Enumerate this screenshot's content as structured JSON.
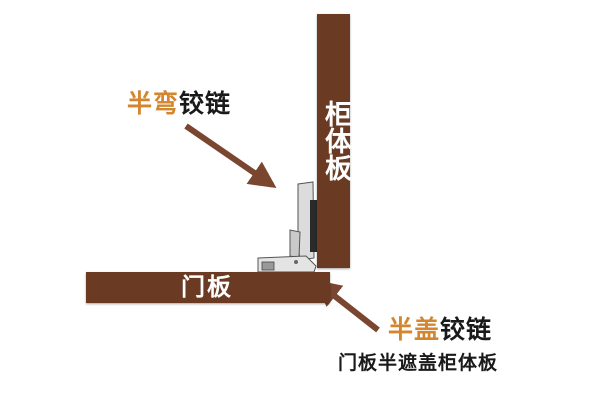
{
  "cabinet_board": {
    "label": "柜体板",
    "color": "#6b3a22"
  },
  "door_board": {
    "label": "门板",
    "color": "#6b3a22"
  },
  "half_bend_hinge": {
    "accent": "半弯",
    "rest": "铰链",
    "accent_color": "#d4862f"
  },
  "half_overlay_hinge": {
    "accent": "半盖",
    "rest": "铰链",
    "accent_color": "#d4862f"
  },
  "caption": "门板半遮盖柜体板",
  "arrow_color": "#7a4630"
}
